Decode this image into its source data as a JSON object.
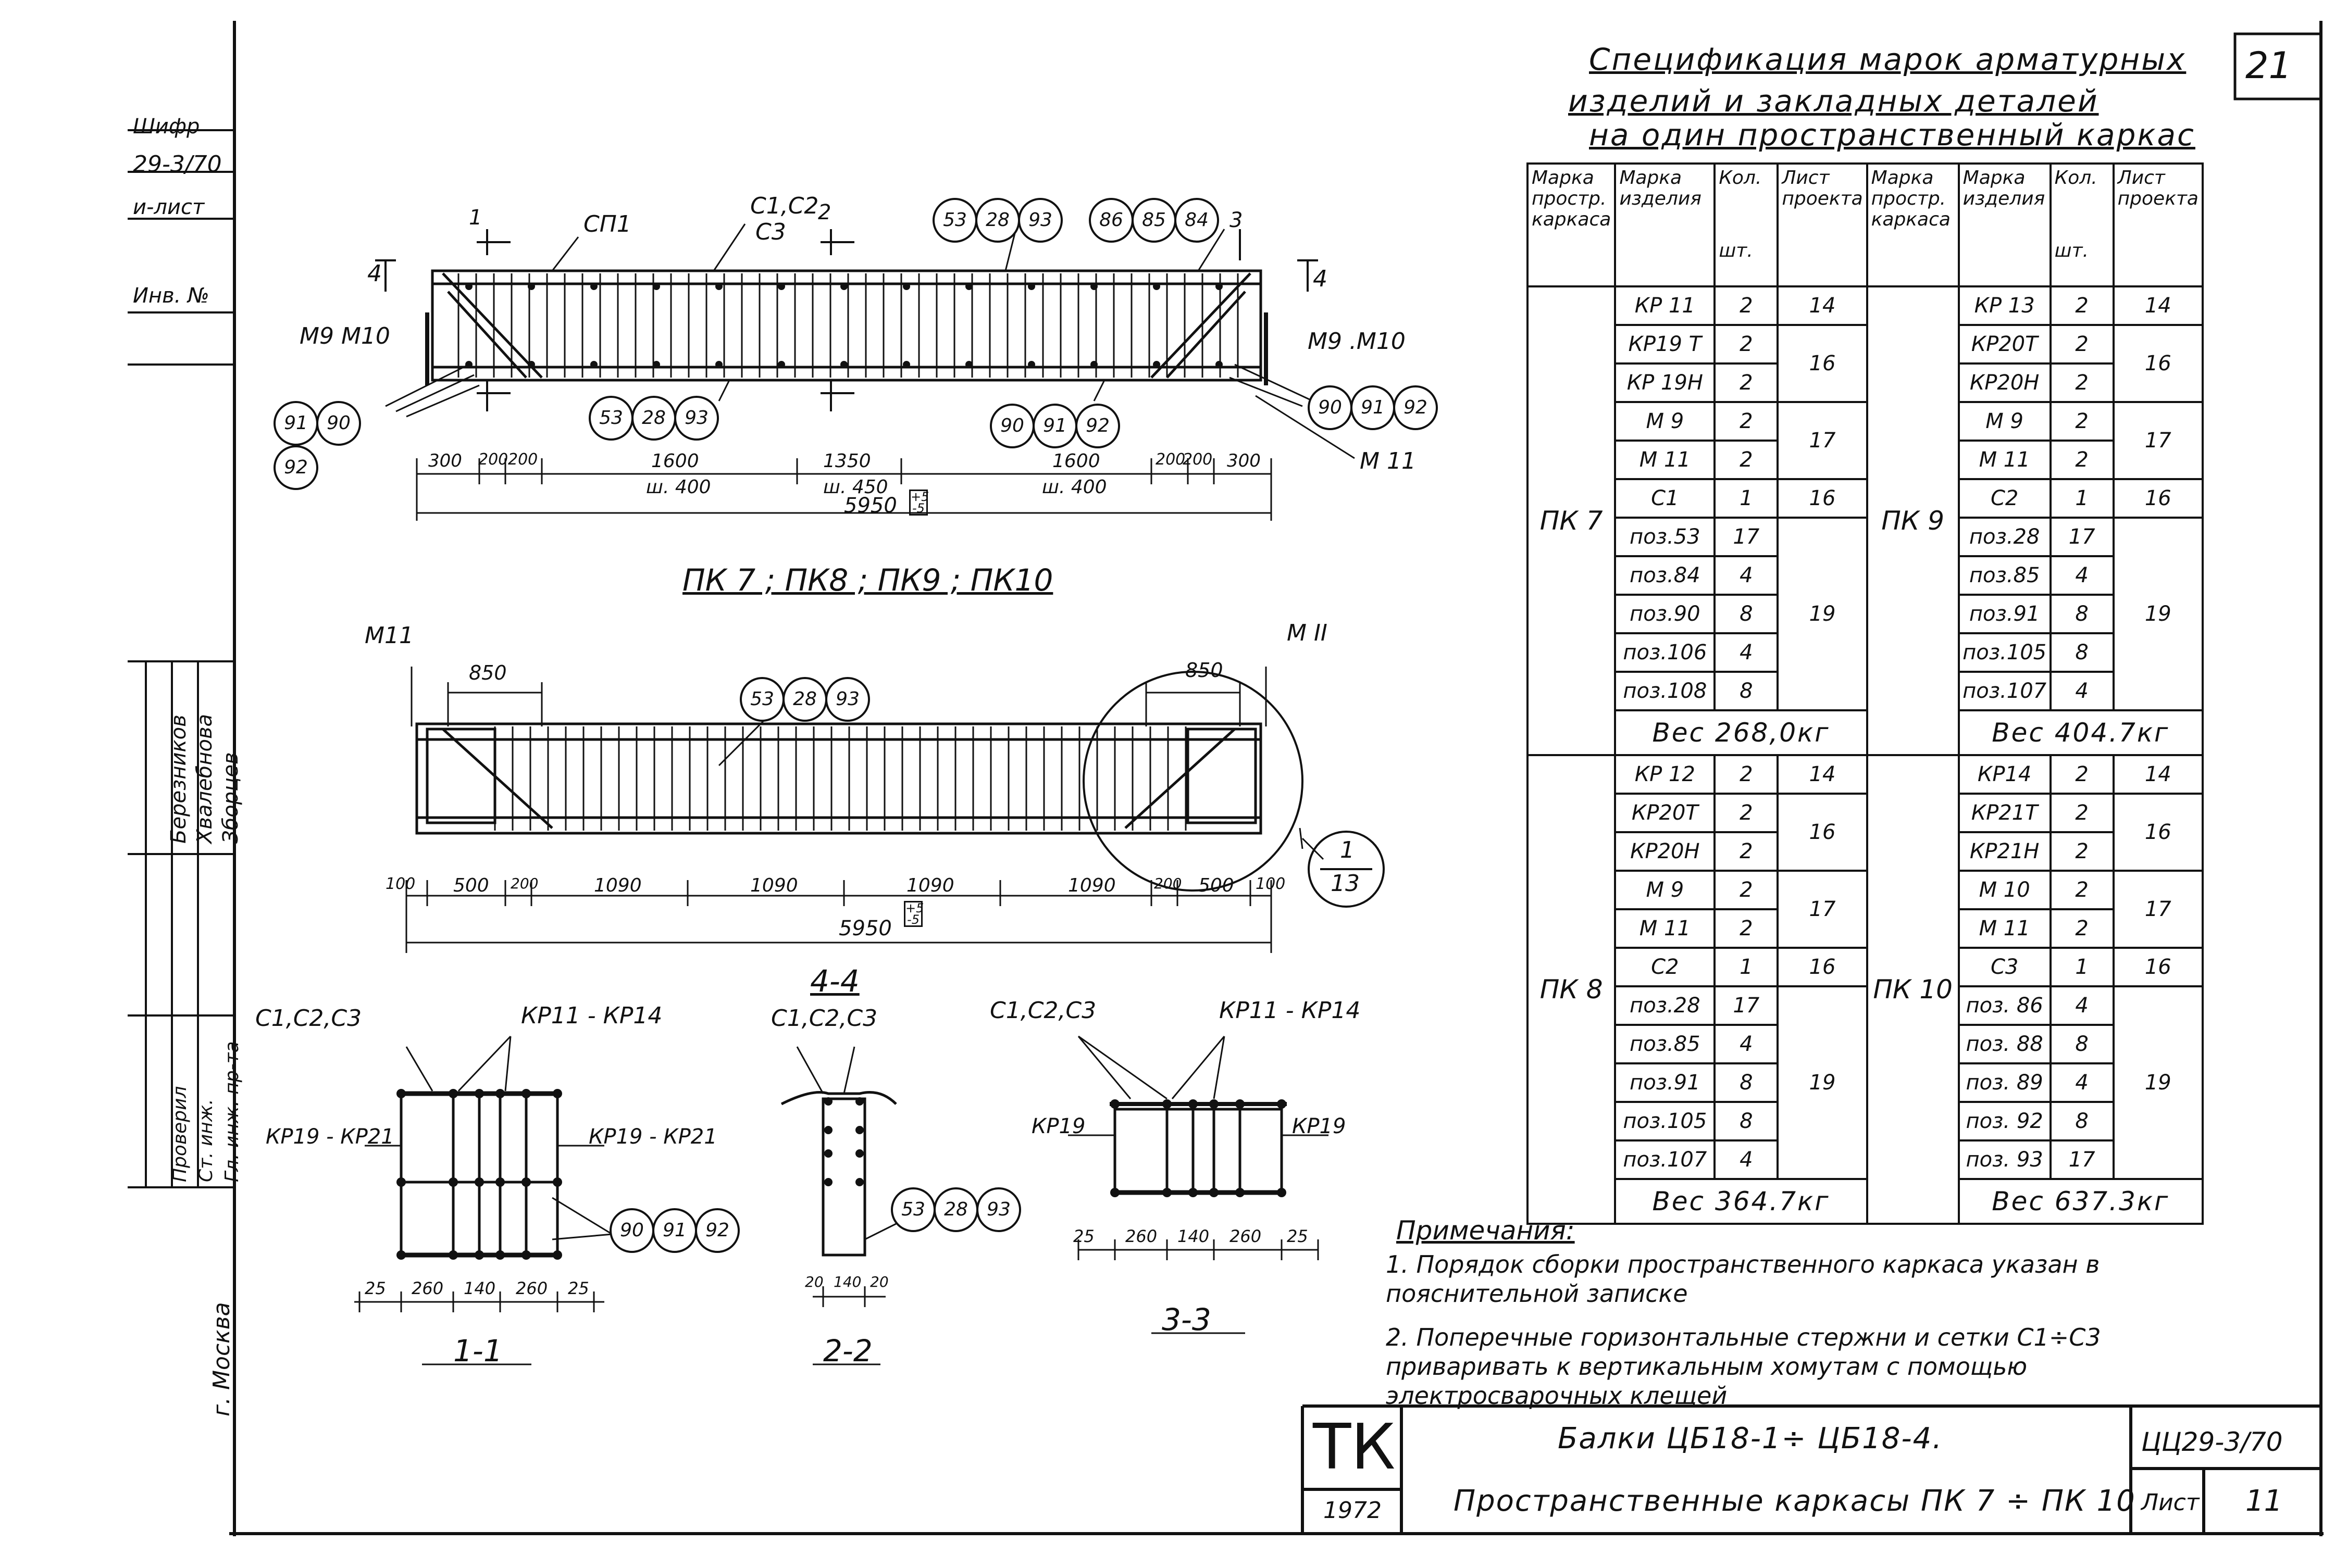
{
  "sheet_number": "21",
  "spec": {
    "title_lines": [
      "Спецификация марок арматурных",
      "изделий и закладных деталей",
      "на один пространственный каркас"
    ],
    "headers": [
      "Марка простр. каркаса",
      "Марка изделия",
      "Кол.",
      "Лист проекта",
      "Марка простр. каркаса",
      "Марка изделия",
      "Кол.",
      "Лист проекта"
    ],
    "header_unit": "шт.",
    "groups": [
      {
        "left": {
          "frame": "ПК 7",
          "weight": "Вес 268,0кг",
          "rows": [
            [
              "КР 11",
              "2",
              "14"
            ],
            [
              "КР19 Т",
              "2",
              "16"
            ],
            [
              "КР 19Н",
              "2",
              ""
            ],
            [
              "М 9",
              "2",
              "17"
            ],
            [
              "М 11",
              "2",
              ""
            ],
            [
              "С1",
              "1",
              "16"
            ],
            [
              "поз.53",
              "17",
              "19"
            ],
            [
              "поз.84",
              "4",
              ""
            ],
            [
              "поз.90",
              "8",
              ""
            ],
            [
              "поз.106",
              "4",
              ""
            ],
            [
              "поз.108",
              "8",
              ""
            ]
          ]
        },
        "right": {
          "frame": "ПК 9",
          "weight": "Вес 404.7кг",
          "rows": [
            [
              "КР 13",
              "2",
              "14"
            ],
            [
              "КР20Т",
              "2",
              "16"
            ],
            [
              "КР20Н",
              "2",
              ""
            ],
            [
              "М 9",
              "2",
              "17"
            ],
            [
              "М 11",
              "2",
              ""
            ],
            [
              "С2",
              "1",
              "16"
            ],
            [
              "поз.28",
              "17",
              "19"
            ],
            [
              "поз.85",
              "4",
              ""
            ],
            [
              "поз.91",
              "8",
              ""
            ],
            [
              "поз.105",
              "8",
              ""
            ],
            [
              "поз.107",
              "4",
              ""
            ]
          ]
        }
      },
      {
        "left": {
          "frame": "ПК 8",
          "weight": "Вес 364.7кг",
          "rows": [
            [
              "КР 12",
              "2",
              "14"
            ],
            [
              "КР20Т",
              "2",
              "16"
            ],
            [
              "КР20Н",
              "2",
              ""
            ],
            [
              "М 9",
              "2",
              "17"
            ],
            [
              "М 11",
              "2",
              ""
            ],
            [
              "С2",
              "1",
              "16"
            ],
            [
              "поз.28",
              "17",
              "19"
            ],
            [
              "поз.85",
              "4",
              ""
            ],
            [
              "поз.91",
              "8",
              ""
            ],
            [
              "поз.105",
              "8",
              ""
            ],
            [
              "поз.107",
              "4",
              ""
            ]
          ]
        },
        "right": {
          "frame": "ПК 10",
          "weight": "Вес 637.3кг",
          "rows": [
            [
              "КР14",
              "2",
              "14"
            ],
            [
              "КР21Т",
              "2",
              "16"
            ],
            [
              "КР21Н",
              "2",
              ""
            ],
            [
              "М 10",
              "2",
              "17"
            ],
            [
              "М 11",
              "2",
              ""
            ],
            [
              "С3",
              "1",
              "16"
            ],
            [
              "поз. 86",
              "4",
              "19"
            ],
            [
              "поз. 88",
              "8",
              ""
            ],
            [
              "поз. 89",
              "4",
              ""
            ],
            [
              "поз. 92",
              "8",
              ""
            ],
            [
              "поз. 93",
              "17",
              ""
            ]
          ]
        }
      }
    ]
  },
  "notes": {
    "heading": "Примечания:",
    "items": [
      "1. Порядок сборки пространственного каркаса указан в пояснительной записке",
      "2. Поперечные горизонтальные стержни и сетки С1÷С3 приваривать к вертикальным хомутам с помощью электросварочных клещей"
    ]
  },
  "drawing": {
    "elev_labels": {
      "sp1": "СП1",
      "c1c2": "С1,С2",
      "c3": "С3",
      "m9m10_l": "М9 М10",
      "m9m10_r": "М9 .М10",
      "m11": "М 11",
      "section1": "1",
      "section2": "2",
      "section3": "3",
      "section4": "4"
    },
    "elev_dims": [
      "300",
      "200",
      "200",
      "1600",
      "1350",
      "1600",
      "200",
      "200",
      "300"
    ],
    "elev_sub": [
      "ш. 400",
      "ш. 450",
      "ш. 400"
    ],
    "elev_total": "5950",
    "tol": "+5 -5",
    "title_pk": "ПК 7 ; ПК8 ; ПК9 ; ПК10",
    "plan_labels": {
      "m11_l": "М11",
      "m11_r": "М II",
      "d850_l": "850",
      "d850_r": "850",
      "detail_top": "1",
      "detail_bot": "13",
      "section44": "4-4"
    },
    "plan_dims": [
      "100",
      "500",
      "200",
      "1090",
      "1090",
      "1090",
      "1090",
      "200",
      "500",
      "100"
    ],
    "plan_total": "5950",
    "circles_top": [
      "53",
      "28",
      "93"
    ],
    "circles_top_r": [
      "86",
      "85",
      "84"
    ],
    "circles_bot_mid": [
      "53",
      "28",
      "93"
    ],
    "circles_bot_r": [
      "90",
      "91",
      "92"
    ],
    "circles_l": [
      "91",
      "90",
      "92"
    ],
    "circles_r": [
      "90",
      "91",
      "92"
    ],
    "circles_plan": [
      "53",
      "28",
      "93"
    ],
    "sec1": {
      "title": "1-1",
      "labels": [
        "С1,С2,С3",
        "КР11 - КР14",
        "КР19 - КР21",
        "КР19 - КР21"
      ],
      "dims": [
        "25",
        "260",
        "140",
        "260",
        "25"
      ],
      "circles": [
        "90",
        "91",
        "92"
      ]
    },
    "sec2": {
      "title": "2-2",
      "labels": [
        "С1,С2,С3"
      ],
      "dims": [
        "20",
        "140",
        "20"
      ],
      "circles": [
        "53",
        "28",
        "93"
      ]
    },
    "sec3": {
      "title": "3-3",
      "labels": [
        "С1,С2,С3",
        "КР11 - КР14",
        "КР19",
        "КР19"
      ],
      "dims": [
        "25",
        "260",
        "140",
        "260",
        "25"
      ]
    }
  },
  "side_stamp": {
    "top": [
      "Шифр",
      "29-3/70",
      "и-лист",
      "Инв. №"
    ],
    "names": [
      "Зборцев",
      "Хвалебнова",
      "Березников"
    ],
    "roles": [
      "Гл. инж. пр-та",
      "Ст. инж.",
      "Проверил"
    ],
    "city": "г. Москва"
  },
  "title_block": {
    "org": "ТК",
    "year": "1972",
    "line1": "Балки ЦБ18-1÷ ЦБ18-4.",
    "line2": "Пространственные каркасы ПК 7 ÷ ПК 10",
    "code": "ЦЦ29-3/70",
    "sheet_label": "Лист",
    "sheet_value": "11"
  }
}
